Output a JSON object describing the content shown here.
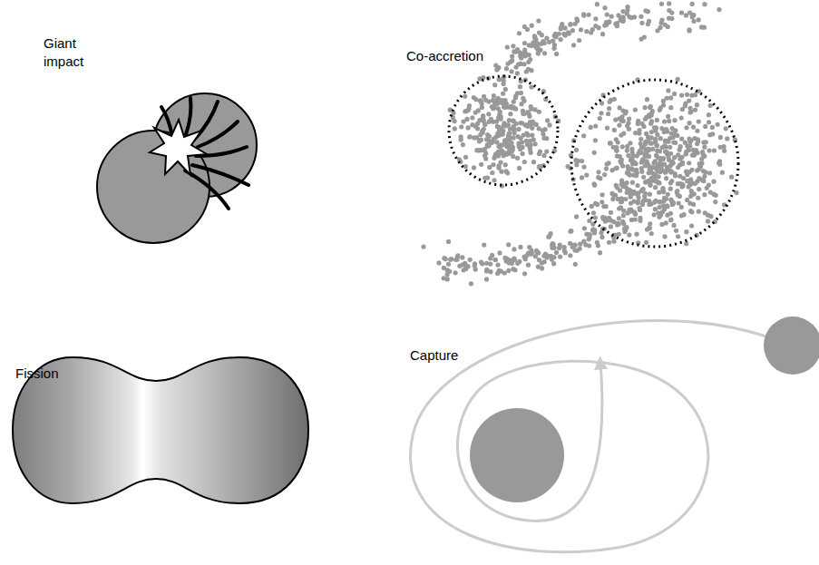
{
  "diagram": {
    "labels": [
      "Giant impact",
      "Co-accretion",
      "Fission",
      "Capture"
    ]
  }
}
